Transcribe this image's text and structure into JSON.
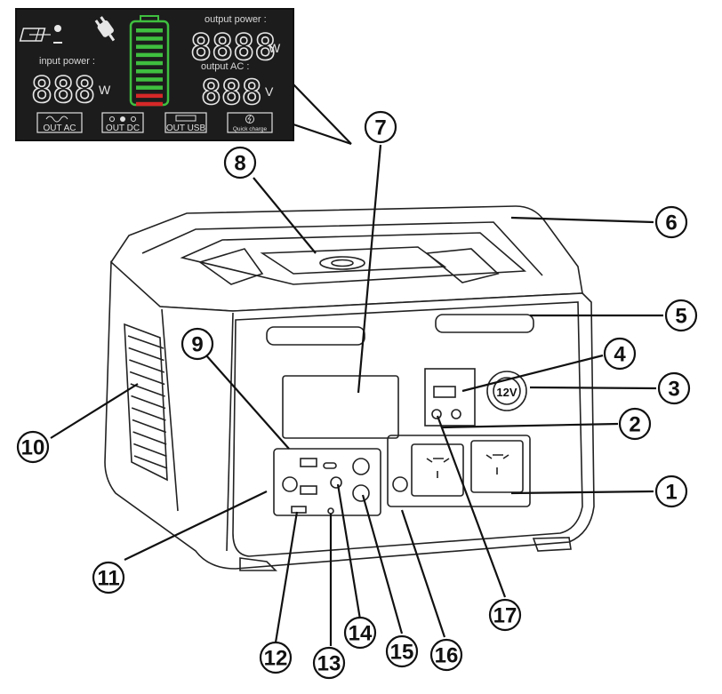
{
  "display": {
    "input_power_label": "input power :",
    "input_digits": "888",
    "input_unit": "W",
    "output_power_label": "output power :",
    "output_digits": "8888",
    "output_unit": "W",
    "output_ac_label": "output AC :",
    "ac_digits": "888",
    "ac_unit": "V",
    "modes": [
      "OUT AC",
      "OUT DC",
      "OUT USB",
      "Quick charge"
    ]
  },
  "battery": {
    "segments_green": 8,
    "segments_red": 2
  },
  "socket_label": "12V",
  "callouts": [
    "1",
    "2",
    "3",
    "4",
    "5",
    "6",
    "7",
    "8",
    "9",
    "10",
    "11",
    "12",
    "13",
    "14",
    "15",
    "16",
    "17"
  ],
  "colors": {
    "lcd_bg": "#1c1c1c",
    "battery_green": "#3fbf3f",
    "battery_red": "#d62828"
  }
}
